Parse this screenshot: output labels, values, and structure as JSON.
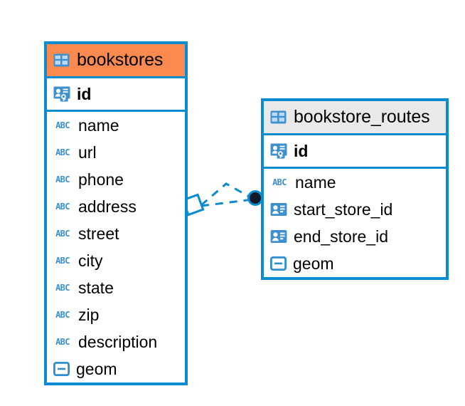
{
  "diagram": {
    "type": "entity-relationship-diagram",
    "background_color": "#ffffff",
    "accent_blue": "#0b8bd0",
    "accent_orange": "#fa8a4f",
    "accent_grey": "#e9e9e9"
  },
  "tables": [
    {
      "name": "bookstores",
      "header_color": "#fa8a4f",
      "table_icon": "table-icon",
      "fields": [
        {
          "label": "id",
          "icon": "primary-key-icon",
          "primary": true
        },
        {
          "label": "name",
          "icon": "abc-text-icon",
          "primary": false
        },
        {
          "label": "url",
          "icon": "abc-text-icon",
          "primary": false
        },
        {
          "label": "phone",
          "icon": "abc-text-icon",
          "primary": false
        },
        {
          "label": "address",
          "icon": "abc-text-icon",
          "primary": false
        },
        {
          "label": "street",
          "icon": "abc-text-icon",
          "primary": false
        },
        {
          "label": "city",
          "icon": "abc-text-icon",
          "primary": false
        },
        {
          "label": "state",
          "icon": "abc-text-icon",
          "primary": false
        },
        {
          "label": "zip",
          "icon": "abc-text-icon",
          "primary": false
        },
        {
          "label": "description",
          "icon": "abc-text-icon",
          "primary": false
        },
        {
          "label": "geom",
          "icon": "geometry-icon",
          "primary": false
        }
      ]
    },
    {
      "name": "bookstore_routes",
      "header_color": "#e9e9e9",
      "table_icon": "table-icon",
      "fields": [
        {
          "label": "id",
          "icon": "primary-key-icon",
          "primary": true
        },
        {
          "label": "name",
          "icon": "abc-text-icon",
          "primary": false
        },
        {
          "label": "start_store_id",
          "icon": "foreign-key-icon",
          "primary": false
        },
        {
          "label": "end_store_id",
          "icon": "foreign-key-icon",
          "primary": false
        },
        {
          "label": "geom",
          "icon": "geometry-icon",
          "primary": false
        }
      ]
    }
  ],
  "relationship": {
    "source_table": "bookstores",
    "target_table": "bookstore_routes",
    "source_marker": "diamond-marker",
    "target_marker": "filled-circle-marker",
    "line_style": "dashed",
    "line_color": "#0b8bd0"
  },
  "icon_glyphs": {
    "abc-text-icon": "ABC",
    "table-icon": "grid",
    "primary-key-icon": "card-with-key",
    "foreign-key-icon": "card-person",
    "geometry-icon": "rounded-rect-line"
  }
}
